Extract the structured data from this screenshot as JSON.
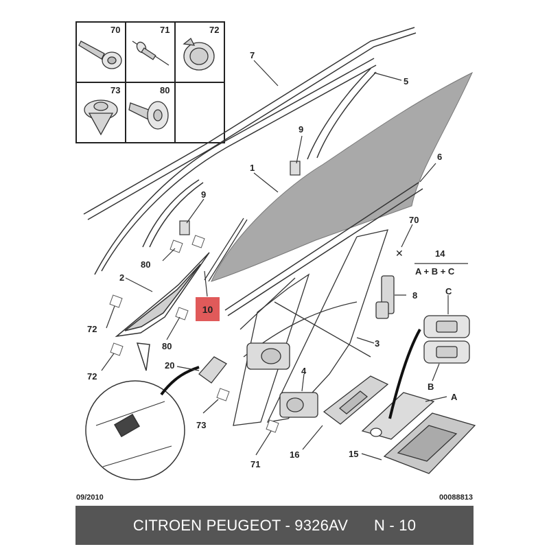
{
  "legend_boxes": [
    {
      "number": "70"
    },
    {
      "number": "71"
    },
    {
      "number": "72"
    },
    {
      "number": "73"
    },
    {
      "number": "80"
    }
  ],
  "callouts": {
    "c1": "1",
    "c2": "2",
    "c3": "3",
    "c4": "4",
    "c5": "5",
    "c6": "6",
    "c7": "7",
    "c8": "8",
    "c9a": "9",
    "c9b": "9",
    "c10": "10",
    "c14": "14",
    "c14_formula": "A + B + C",
    "c15": "15",
    "c16": "16",
    "c20": "20",
    "c70": "70",
    "c71": "71",
    "c72a": "72",
    "c72b": "72",
    "c73": "73",
    "c80a": "80",
    "c80b": "80",
    "cA": "A",
    "cB": "B",
    "cC": "C"
  },
  "footer": {
    "date": "09/2010",
    "reference": "00088813",
    "title": "CITROEN PEUGEOT - 9326AV",
    "page": "N - 10"
  },
  "colors": {
    "highlight": "#e05a5a",
    "footer_bar": "#555555",
    "glass": "#aaaaaa"
  }
}
